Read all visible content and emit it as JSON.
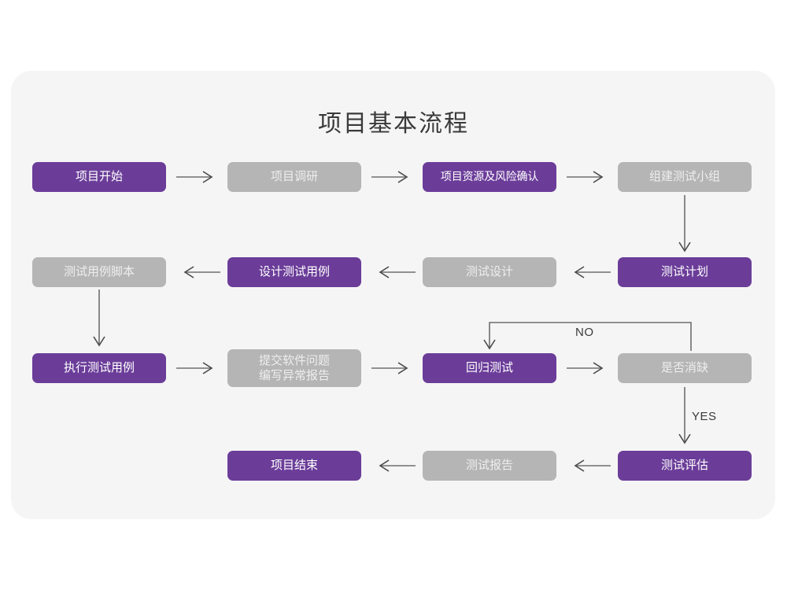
{
  "diagram": {
    "title": "项目基本流程",
    "colors": {
      "purple": "#6b3d99",
      "gray": "#b5b5b5",
      "panel": "#f5f5f5",
      "arrow": "#6e6e6e",
      "title_text": "#3a3a3a"
    },
    "nodes": [
      {
        "id": "n1",
        "label": "项目开始",
        "style": "purple",
        "row": 1,
        "col": 1
      },
      {
        "id": "n2",
        "label": "项目调研",
        "style": "gray",
        "row": 1,
        "col": 2
      },
      {
        "id": "n3",
        "label": "项目资源及风险确认",
        "style": "purple",
        "row": 1,
        "col": 3
      },
      {
        "id": "n4",
        "label": "组建测试小组",
        "style": "gray",
        "row": 1,
        "col": 4
      },
      {
        "id": "n5",
        "label": "测试用例脚本",
        "style": "gray",
        "row": 2,
        "col": 1
      },
      {
        "id": "n6",
        "label": "设计测试用例",
        "style": "purple",
        "row": 2,
        "col": 2
      },
      {
        "id": "n7",
        "label": "测试设计",
        "style": "gray",
        "row": 2,
        "col": 3
      },
      {
        "id": "n8",
        "label": "测试计划",
        "style": "purple",
        "row": 2,
        "col": 4
      },
      {
        "id": "n9",
        "label": "执行测试用例",
        "style": "purple",
        "row": 3,
        "col": 1
      },
      {
        "id": "n10",
        "label": "提交软件问题\n编写异常报告",
        "style": "gray",
        "row": 3,
        "col": 2
      },
      {
        "id": "n11",
        "label": "回归测试",
        "style": "purple",
        "row": 3,
        "col": 3
      },
      {
        "id": "n12",
        "label": "是否消缺",
        "style": "gray",
        "row": 3,
        "col": 4
      },
      {
        "id": "n13",
        "label": "项目结束",
        "style": "purple",
        "row": 4,
        "col": 2
      },
      {
        "id": "n14",
        "label": "测试报告",
        "style": "gray",
        "row": 4,
        "col": 3
      },
      {
        "id": "n15",
        "label": "测试评估",
        "style": "purple",
        "row": 4,
        "col": 4
      }
    ],
    "edge_labels": {
      "no": "NO",
      "yes": "YES"
    },
    "edges": [
      {
        "from": "n1",
        "to": "n2",
        "dir": "right"
      },
      {
        "from": "n2",
        "to": "n3",
        "dir": "right"
      },
      {
        "from": "n3",
        "to": "n4",
        "dir": "right"
      },
      {
        "from": "n4",
        "to": "n8",
        "dir": "down"
      },
      {
        "from": "n8",
        "to": "n7",
        "dir": "left"
      },
      {
        "from": "n7",
        "to": "n6",
        "dir": "left"
      },
      {
        "from": "n6",
        "to": "n5",
        "dir": "left"
      },
      {
        "from": "n5",
        "to": "n9",
        "dir": "down"
      },
      {
        "from": "n9",
        "to": "n10",
        "dir": "right"
      },
      {
        "from": "n10",
        "to": "n11",
        "dir": "right"
      },
      {
        "from": "n11",
        "to": "n12",
        "dir": "right"
      },
      {
        "from": "n12",
        "to": "n11",
        "dir": "loop-up",
        "label": "NO"
      },
      {
        "from": "n12",
        "to": "n15",
        "dir": "down",
        "label": "YES"
      },
      {
        "from": "n15",
        "to": "n14",
        "dir": "left"
      },
      {
        "from": "n14",
        "to": "n13",
        "dir": "left"
      }
    ]
  }
}
